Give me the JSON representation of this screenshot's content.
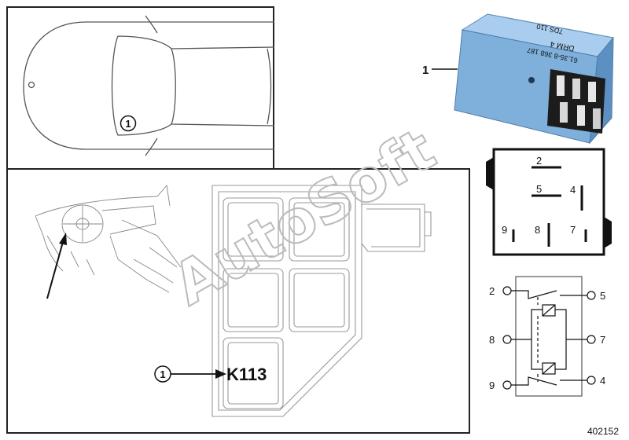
{
  "top_view": {
    "callout": "1"
  },
  "install_view": {
    "callout": "1",
    "relay_code": "K113"
  },
  "relay_photo": {
    "callout": "1",
    "print_lines": [
      "7DS 110",
      "DRM 4",
      "61.35-8 368 187"
    ],
    "body_color": "#7fb0dc"
  },
  "pin_layout": {
    "pins": [
      "2",
      "5",
      "4",
      "9",
      "8",
      "7"
    ]
  },
  "schematic": {
    "terminals_left": [
      "2",
      "8",
      "9"
    ],
    "terminals_right": [
      "5",
      "7",
      "4"
    ]
  },
  "watermark": "AutoSoft",
  "part_number": "402152"
}
